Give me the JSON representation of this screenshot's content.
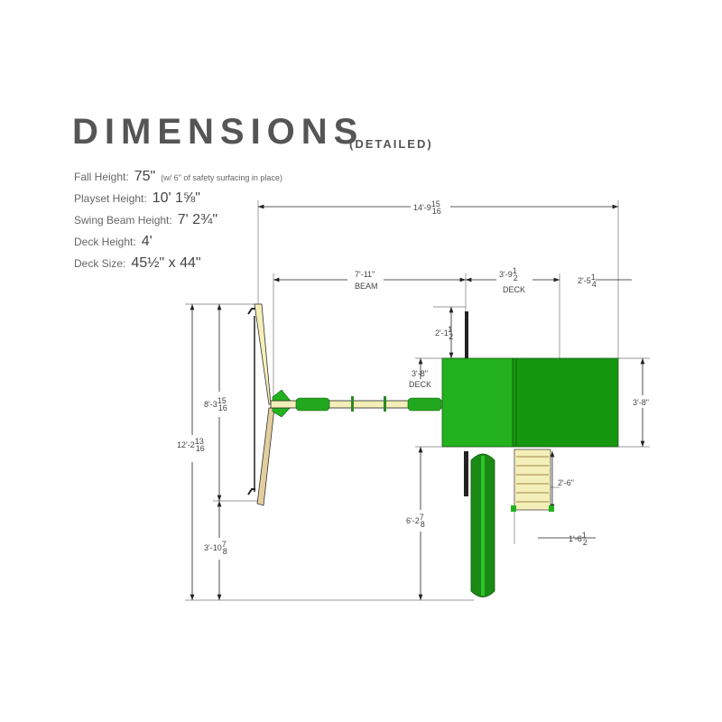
{
  "header": {
    "title": "DIMENSIONS",
    "subtitle": "(DETAILED)"
  },
  "specs": [
    {
      "label": "Fall Height:",
      "value": "75\"",
      "note": "(w/ 6\" of safety surfacing in place)"
    },
    {
      "label": "Playset Height:",
      "value": "10' 1⅝\""
    },
    {
      "label": "Swing Beam Height:",
      "value": "7' 2¾\""
    },
    {
      "label": "Deck Height:",
      "value": "4'"
    },
    {
      "label": "Deck Size:",
      "value": "45½\" x 44\""
    }
  ],
  "dims": {
    "overall_width": {
      "whole": "14'-9",
      "num": "15",
      "den": "16"
    },
    "beam": {
      "whole": "7'-11\"",
      "caption": "BEAM"
    },
    "deck_width": {
      "whole": "3'-9",
      "num": "1",
      "den": "2",
      "caption": "DECK"
    },
    "tarp_overhang": {
      "whole": "2'-5",
      "num": "1",
      "den": "4"
    },
    "post_above_deck": {
      "whole": "2'-1",
      "num": "1",
      "den": "2"
    },
    "deck_height": {
      "whole": "3'-8\"",
      "caption": "DECK"
    },
    "deck_depth": {
      "whole": "3'-8\""
    },
    "swing_frame": {
      "whole": "8'-3",
      "num": "15",
      "den": "16"
    },
    "overall_depth": {
      "whole": "12'-2",
      "num": "13",
      "den": "16"
    },
    "frame_offset": {
      "whole": "3'-10",
      "num": "7",
      "den": "8"
    },
    "slide_length": {
      "whole": "6'-2",
      "num": "7",
      "den": "8"
    },
    "ladder_length": {
      "whole": "2'-6\""
    },
    "ladder_width": {
      "whole": "1'-6",
      "num": "1",
      "den": "2"
    }
  },
  "colors": {
    "green": "#22b21e",
    "dark_green": "#1a7a16",
    "beam": "#f4efb8",
    "wood": "#e3cf9e",
    "line": "#333333"
  }
}
